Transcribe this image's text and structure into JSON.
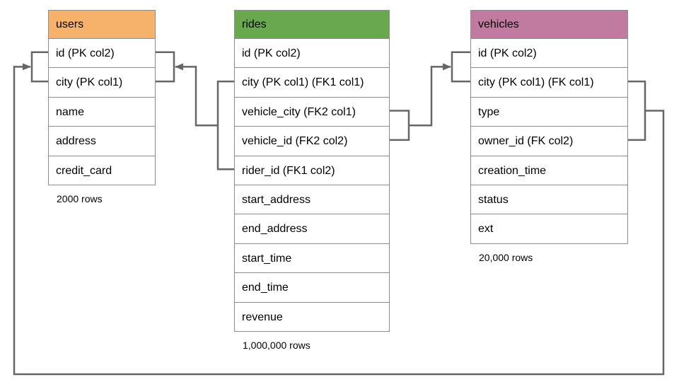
{
  "diagram": {
    "line_color": "#666666",
    "border_color": "#8c8c8c",
    "tables": [
      {
        "name": "users",
        "header_color": "#f6b26b",
        "columns": [
          "id (PK col2)",
          "city (PK col1)",
          "name",
          "address",
          "credit_card"
        ],
        "row_count": "2000 rows"
      },
      {
        "name": "rides",
        "header_color": "#6aa84f",
        "columns": [
          "id (PK col2)",
          "city (PK col1) (FK1 col1)",
          "vehicle_city (FK2 col1)",
          "vehicle_id (FK2 col2)",
          "rider_id (FK1 col2)",
          "start_address",
          "end_address",
          "start_time",
          "end_time",
          "revenue"
        ],
        "row_count": "1,000,000 rows"
      },
      {
        "name": "vehicles",
        "header_color": "#c27ba0",
        "columns": [
          "id (PK col2)",
          "city (PK col1) (FK col1)",
          "type",
          "owner_id (FK col2)",
          "creation_time",
          "status",
          "ext"
        ],
        "row_count": "20,000 rows"
      }
    ],
    "relationships": [
      {
        "name": "rides FK1 to users PK",
        "from": "rides (city, rider_id)",
        "to": "users (city, id)"
      },
      {
        "name": "rides FK2 to vehicles PK",
        "from": "rides (vehicle_city, vehicle_id)",
        "to": "vehicles (city, id)"
      },
      {
        "name": "vehicles FK to users PK",
        "from": "vehicles (city, owner_id)",
        "to": "users (city, id)"
      }
    ]
  }
}
